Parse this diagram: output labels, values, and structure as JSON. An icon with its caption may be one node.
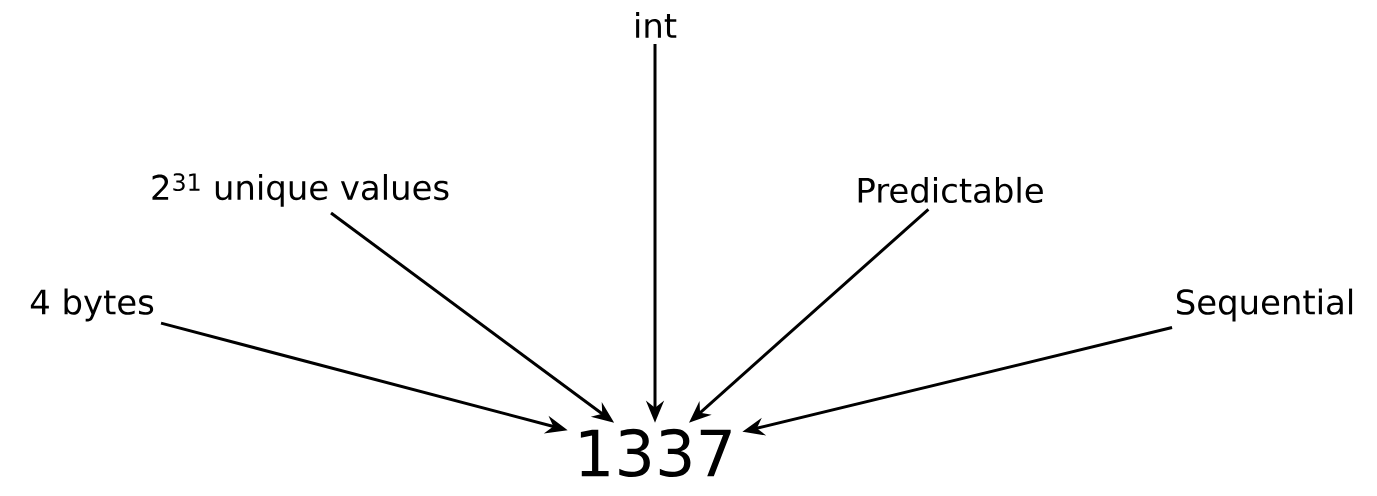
{
  "diagram": {
    "nodes": [
      {
        "text": [
          "int"
        ]
      },
      {
        "text": [
          "2$^{31}$ unique values"
        ]
      },
      {
        "text": [
          "Predictable"
        ]
      },
      {
        "text": [
          "4 bytes"
        ]
      },
      {
        "text": [
          "Sequential"
        ]
      },
      {
        "text": [
          "1337"
        ]
      }
    ],
    "edges": [
      {
        "from": 0,
        "to": 5,
        "arrow": "to"
      },
      {
        "from": 1,
        "to": 5,
        "arrow": "to"
      },
      {
        "from": 2,
        "to": 5,
        "arrow": "to"
      },
      {
        "from": 3,
        "to": 5,
        "arrow": "to"
      },
      {
        "from": 4,
        "to": 5,
        "arrow": "to"
      }
    ]
  }
}
